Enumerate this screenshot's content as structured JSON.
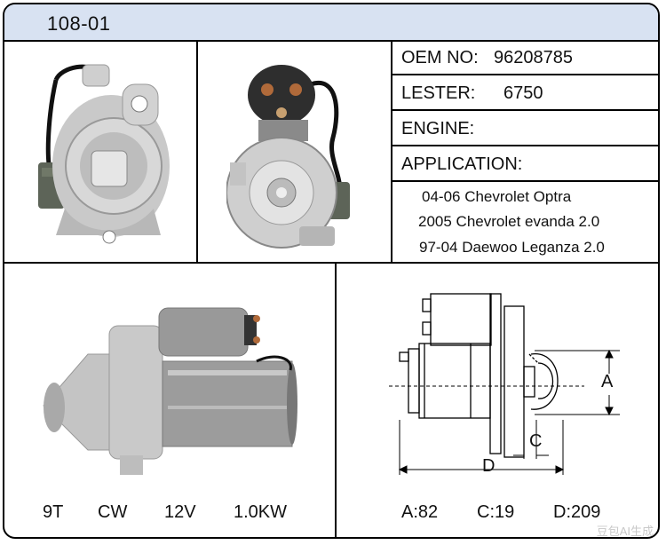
{
  "header": {
    "code": "108-01"
  },
  "specs": {
    "oem_label": "OEM NO:",
    "oem_value": "96208785",
    "lester_label": "LESTER:",
    "lester_value": "6750",
    "engine_label": "ENGINE:",
    "engine_value": "",
    "application_label": "APPLICATION:"
  },
  "applications": [
    "04-06 Chevrolet Optra",
    "2005 Chevrolet evanda  2.0",
    "97-04 Daewoo Leganza 2.0"
  ],
  "motor_specs": [
    "9T",
    "CW",
    "12V",
    "1.0KW"
  ],
  "diagram": {
    "label_a": "A",
    "label_c": "C",
    "label_d": "D"
  },
  "dimensions": [
    "A:82",
    "C:19",
    "D:209"
  ],
  "watermark": "豆包AI生成",
  "colors": {
    "header_bg": "#d8e2f2",
    "border": "#000000"
  }
}
